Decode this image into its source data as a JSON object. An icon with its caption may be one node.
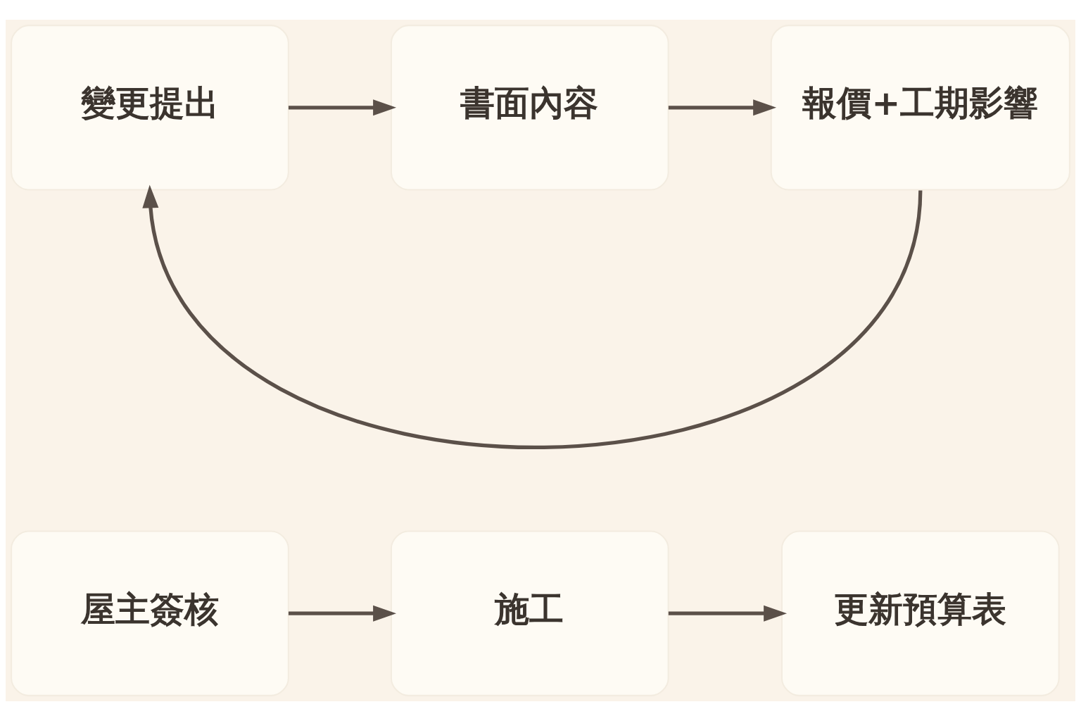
{
  "diagram": {
    "nodes": [
      {
        "text": [
          "變更提出"
        ]
      },
      {
        "text": [
          "書面內容"
        ]
      },
      {
        "text": [
          "報價+工期影響"
        ]
      },
      {
        "text": [
          "屋主簽核"
        ]
      },
      {
        "text": [
          "施工"
        ]
      },
      {
        "text": [
          "更新預算表"
        ]
      }
    ],
    "edges": [
      {
        "from": 0,
        "to": 1,
        "arrow": "to"
      },
      {
        "from": 1,
        "to": 2,
        "arrow": "to"
      },
      {
        "from": 2,
        "to": 0,
        "arrow": "to"
      },
      {
        "from": 3,
        "to": 4,
        "arrow": "to"
      },
      {
        "from": 4,
        "to": 5,
        "arrow": "to"
      }
    ]
  }
}
